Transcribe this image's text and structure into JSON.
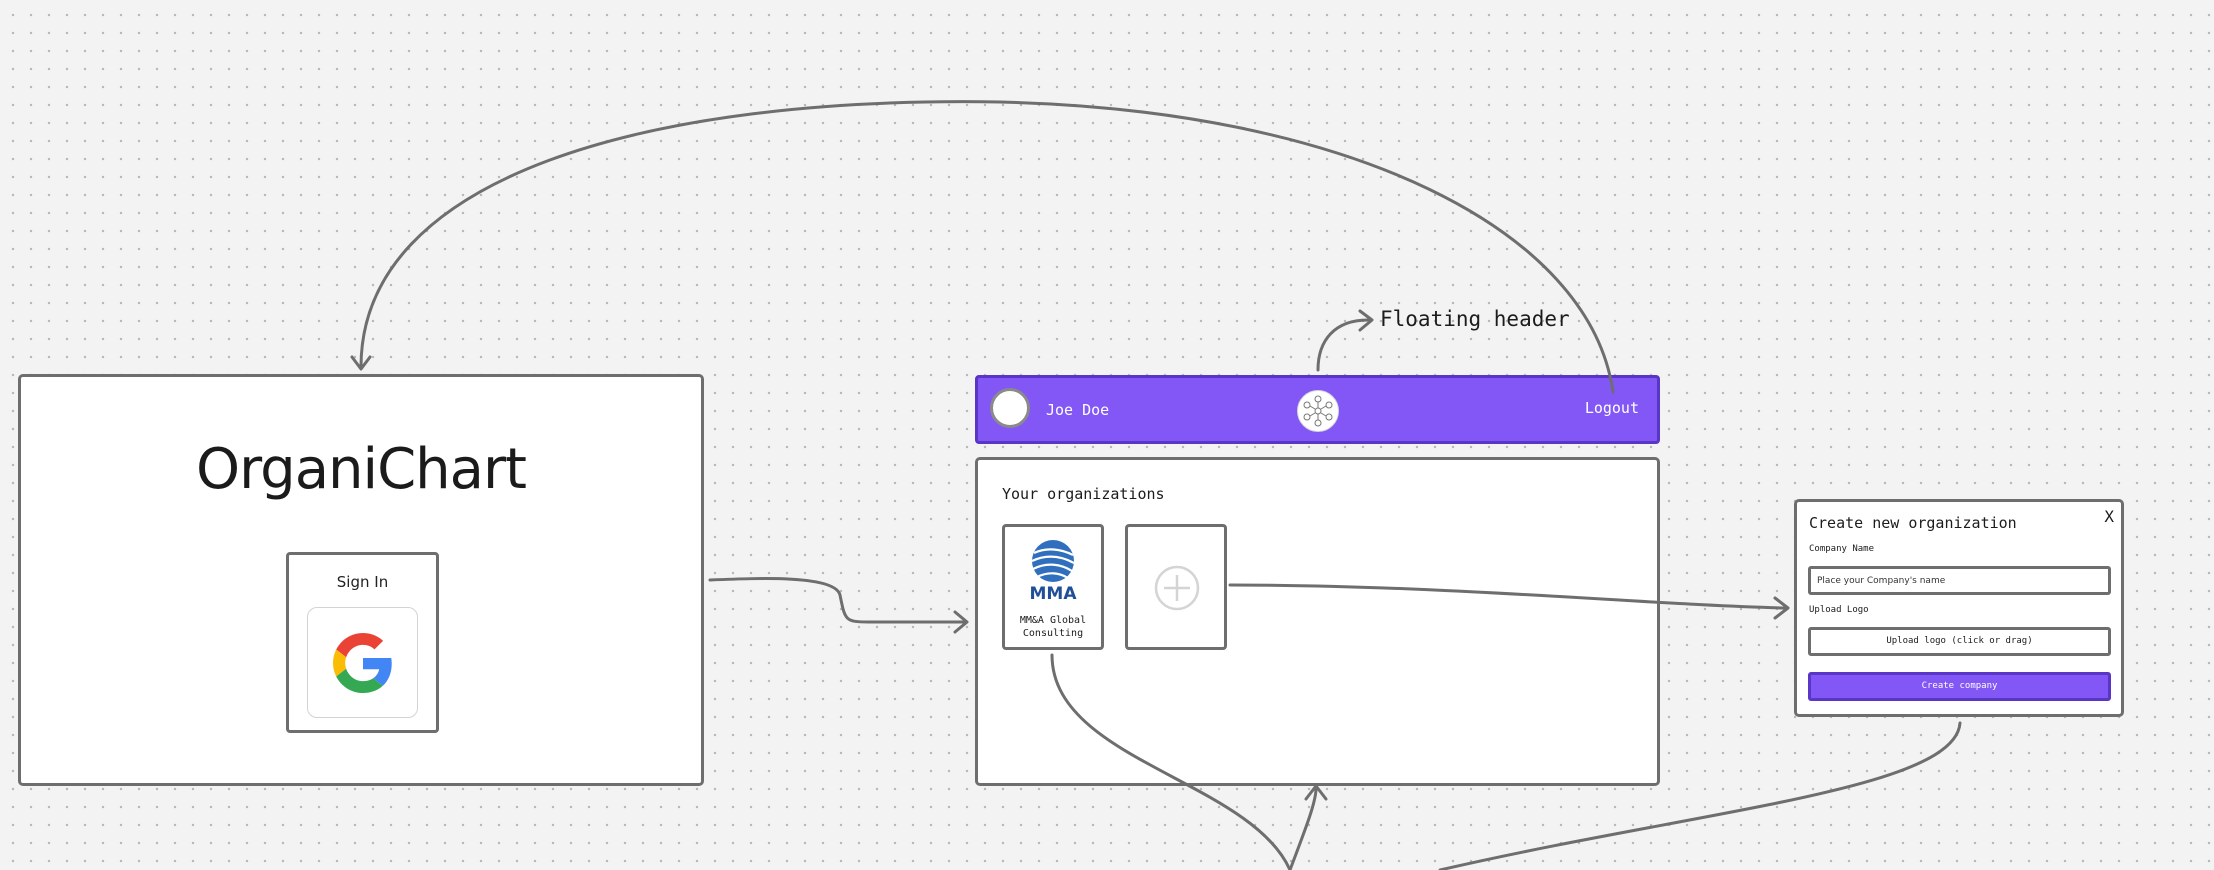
{
  "login": {
    "title": "OrganiChart",
    "signin_label": "Sign In",
    "provider_icon": "google-icon"
  },
  "header": {
    "user_name": "Joe Doe",
    "logout_label": "Logout",
    "annotation": "Floating header",
    "bg_color": "#8257f6"
  },
  "organizations": {
    "title": "Your organizations",
    "items": [
      {
        "name": "MM&A Global Consulting",
        "logo_text": "MMA",
        "icon": "mma-globe-logo"
      }
    ],
    "add_icon": "plus-circle-icon"
  },
  "create_dialog": {
    "title": "Create new organization",
    "close_label": "X",
    "company_name_label": "Company Name",
    "company_name_placeholder": "Place your Company's name",
    "upload_logo_label": "Upload Logo",
    "upload_logo_button": "Upload logo (click or drag)",
    "submit_label": "Create company",
    "accent_color": "#8257f6"
  }
}
